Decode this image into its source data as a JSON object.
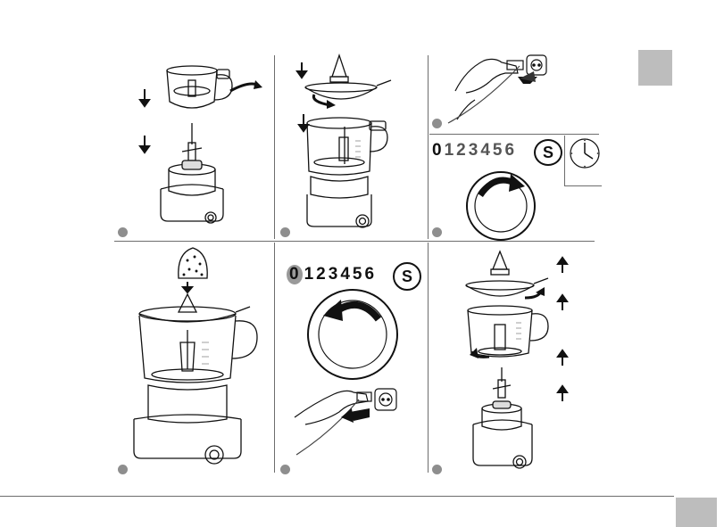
{
  "speed_dial_a": {
    "numbers": [
      "0",
      "1",
      "2",
      "3",
      "4",
      "5",
      "6"
    ],
    "pulse": "S"
  },
  "speed_dial_b": {
    "numbers": [
      "0",
      "1",
      "2",
      "3",
      "4",
      "5",
      "6"
    ],
    "pulse": "S"
  },
  "colors": {
    "line": "#6d6d6d",
    "tab": "#bdbdbd",
    "step_marker": "#8e8e8e",
    "highlight_digit": "#9a9a9a"
  },
  "icons": [
    "arrow-down-icon",
    "arrow-up-icon",
    "rotate-clockwise-icon",
    "rotate-counterclockwise-icon",
    "plug-in-icon",
    "unplug-icon",
    "clock-icon",
    "food-processor-icon",
    "citrus-juicer-icon",
    "lemon-icon"
  ]
}
